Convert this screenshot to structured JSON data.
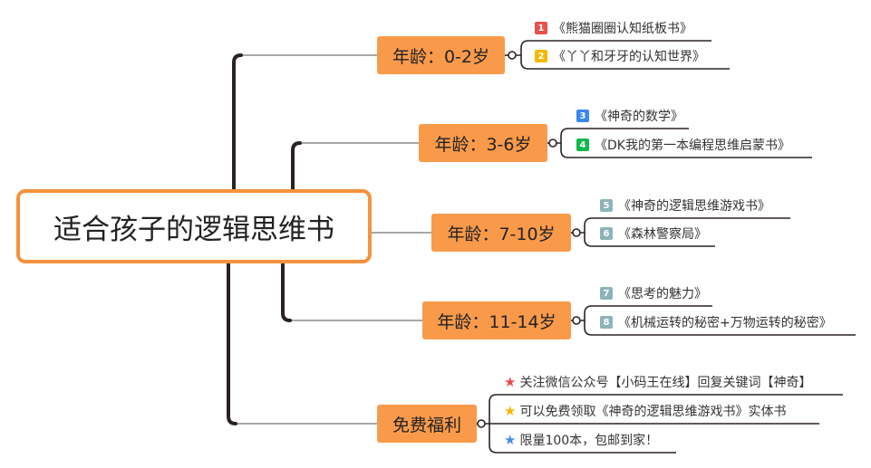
{
  "root": {
    "label": "适合孩子的逻辑思维书"
  },
  "colors": {
    "branch_fill": "#f99a4a",
    "root_border": "#f5923e",
    "trunk": "#2b2129",
    "badge_red": "#e8504a",
    "badge_yellow": "#f5b800",
    "badge_blue": "#3b86f0",
    "badge_green": "#14b84a",
    "badge_teal": "#8db3b8",
    "star_red": "#e84b4b",
    "star_yellow": "#f5b800",
    "star_blue": "#4a8de8"
  },
  "branches": [
    {
      "label": "年龄：0-2岁",
      "children": [
        {
          "badge": "1",
          "badge_color": "#e8504a",
          "text": "《熊猫圈圈认知纸板书》"
        },
        {
          "badge": "2",
          "badge_color": "#f5b800",
          "text": "《丫丫和牙牙的认知世界》"
        }
      ]
    },
    {
      "label": "年龄：3-6岁",
      "children": [
        {
          "badge": "3",
          "badge_color": "#3b86f0",
          "text": "《神奇的数学》"
        },
        {
          "badge": "4",
          "badge_color": "#14b84a",
          "text": "《DK我的第一本编程思维启蒙书》"
        }
      ]
    },
    {
      "label": "年龄：7-10岁",
      "children": [
        {
          "badge": "5",
          "badge_color": "#8db3b8",
          "text": "《神奇的逻辑思维游戏书》"
        },
        {
          "badge": "6",
          "badge_color": "#8db3b8",
          "text": "《森林警察局》"
        }
      ]
    },
    {
      "label": "年龄：11-14岁",
      "children": [
        {
          "badge": "7",
          "badge_color": "#8db3b8",
          "text": "《思考的魅力》"
        },
        {
          "badge": "8",
          "badge_color": "#8db3b8",
          "text": "《机械运转的秘密+万物运转的秘密》"
        }
      ]
    },
    {
      "label": "免费福利",
      "children": [
        {
          "icon": "star-icon",
          "star_color": "#e84b4b",
          "text": "关注微信公众号【小码王在线】回复关键词【神奇】"
        },
        {
          "icon": "star-icon",
          "star_color": "#f5b800",
          "text": "可以免费领取《神奇的逻辑思维游戏书》实体书"
        },
        {
          "icon": "star-icon",
          "star_color": "#4a8de8",
          "text": "限量100本，包邮到家！"
        }
      ]
    }
  ]
}
